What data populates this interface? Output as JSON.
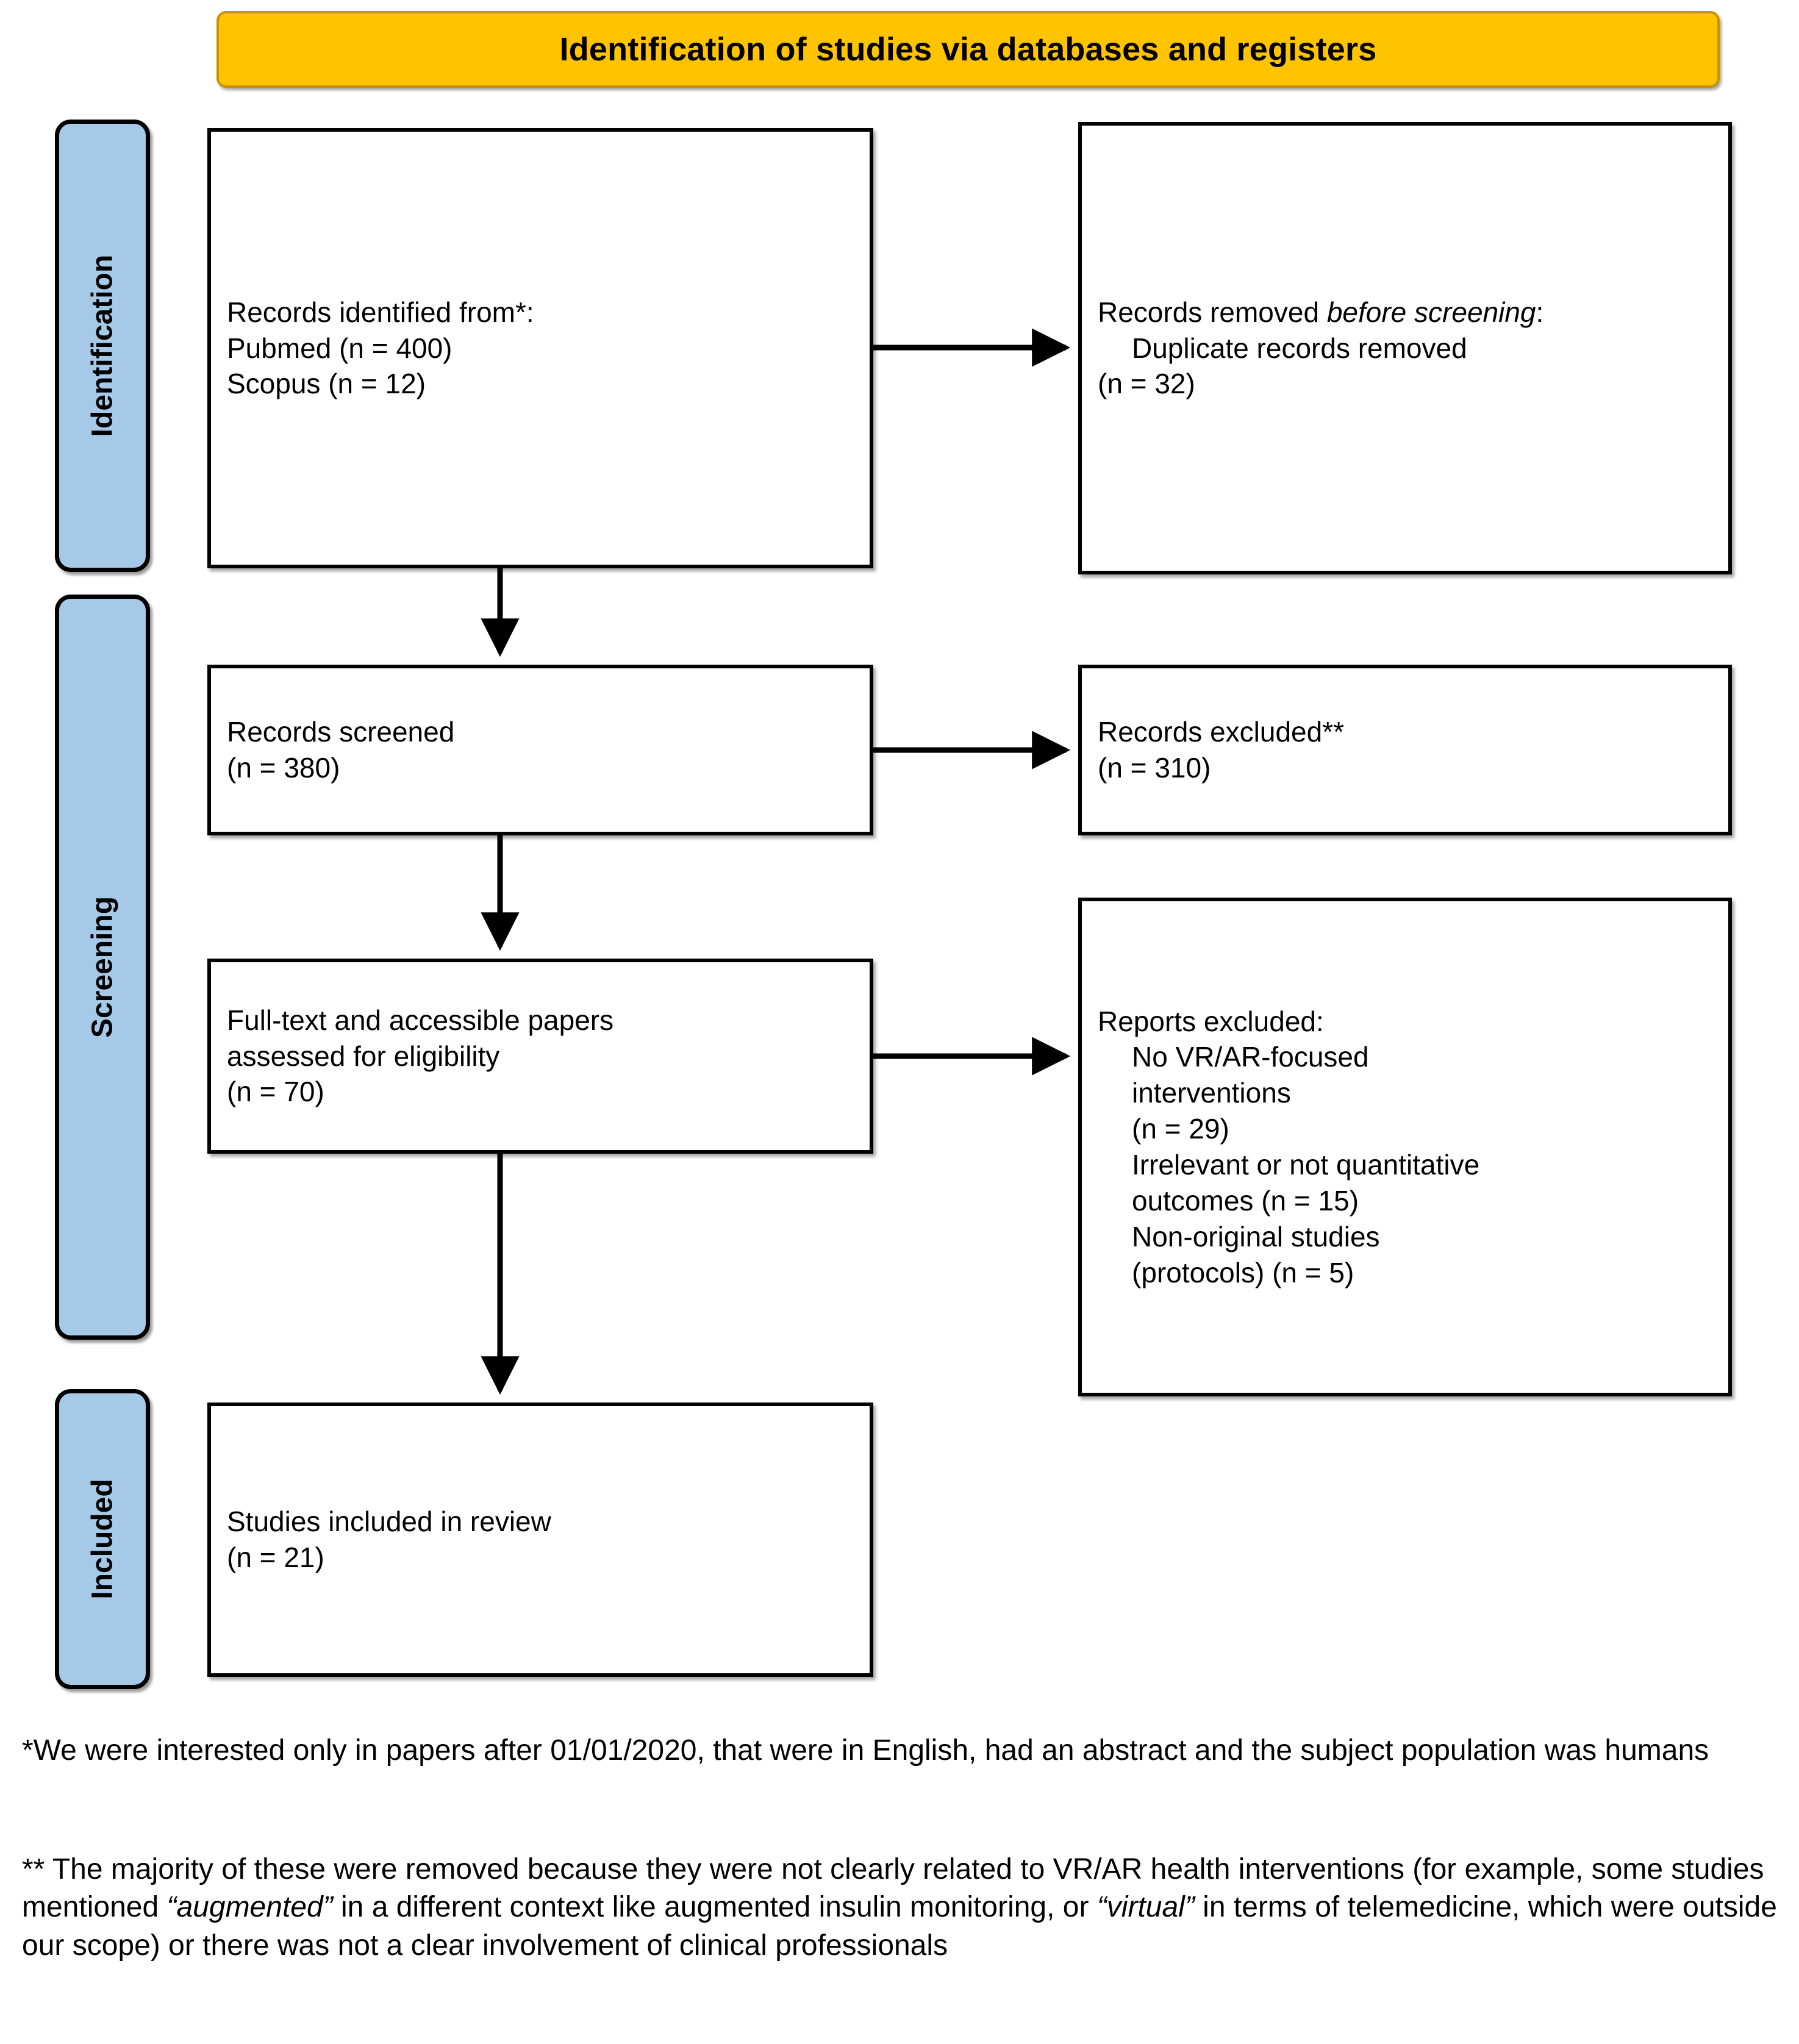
{
  "banner": {
    "title": "Identification of studies via databases and registers"
  },
  "stages": [
    {
      "id": "identification",
      "label": "Identification"
    },
    {
      "id": "screening",
      "label": "Screening"
    },
    {
      "id": "included",
      "label": "Included"
    }
  ],
  "boxes": {
    "identified": {
      "line1": "Records identified from*:",
      "line2": "Pubmed (n = 400)",
      "line3": "Scopus (n = 12)"
    },
    "removed": {
      "lead": "Records removed ",
      "italic": "before screening",
      "colon": ":",
      "item1": "Duplicate records removed",
      "item1_n": "(n = 32)"
    },
    "screened": {
      "line1": "Records screened",
      "line2": "(n = 380)"
    },
    "excluded": {
      "line1": "Records excluded**",
      "line2": "(n = 310)"
    },
    "fulltext": {
      "line1": "Full-text and accessible papers",
      "line2": "assessed for eligibility",
      "line3": "(n = 70)"
    },
    "reports_excluded": {
      "heading": "Reports excluded:",
      "item1a": "No VR/AR-focused",
      "item1b": "interventions",
      "item1n": "(n = 29)",
      "item2a": "Irrelevant or not quantitative",
      "item2b": "outcomes  (n = 15)",
      "item3a": "Non-original studies",
      "item3b": "(protocols) (n = 5)"
    },
    "included": {
      "line1": "Studies included in review",
      "line2": "(n = 21)"
    }
  },
  "footnotes": {
    "one": "*We were interested only in papers after 01/01/2020, that were in English, had an abstract and the subject population was humans",
    "two_part1": "** The majority of these were removed because they were not clearly related to VR/AR health interventions (for example, some studies mentioned ",
    "two_italic1": "“augmented”",
    "two_part2": " in a different context like augmented insulin monitoring, or ",
    "two_italic2": "“virtual”",
    "two_part3": " in terms of telemedicine, which were outside our scope) or there was not a clear involvement of clinical professionals"
  },
  "colors": {
    "banner_fill": "#FFC300",
    "banner_border": "#C99200",
    "stage_fill": "#A6C9E8",
    "box_border": "#000000",
    "box_fill": "#FFFFFF"
  }
}
